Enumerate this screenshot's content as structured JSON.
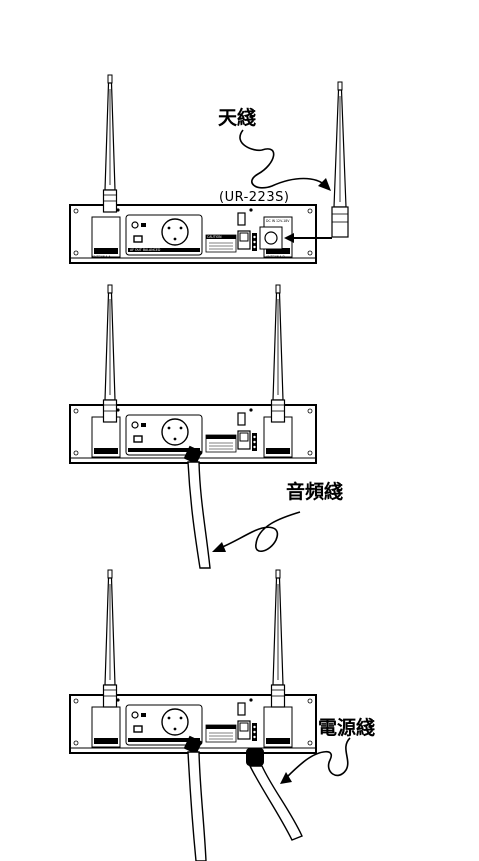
{
  "labels": {
    "antenna": "天綫",
    "model": "(UR-223S)",
    "audio_cable": "音頻綫",
    "power_cable": "電源綫"
  },
  "panel_text": {
    "antenna_a": "ANTENNA A",
    "antenna_b": "ANTENNA B",
    "output": "AF OUT BALANCED",
    "caution": "CAUTION",
    "dc_in": "DC IN 12V-18V"
  },
  "colors": {
    "ink": "#000000",
    "paper": "#ffffff",
    "panel_gray": "#e6e6e6"
  }
}
